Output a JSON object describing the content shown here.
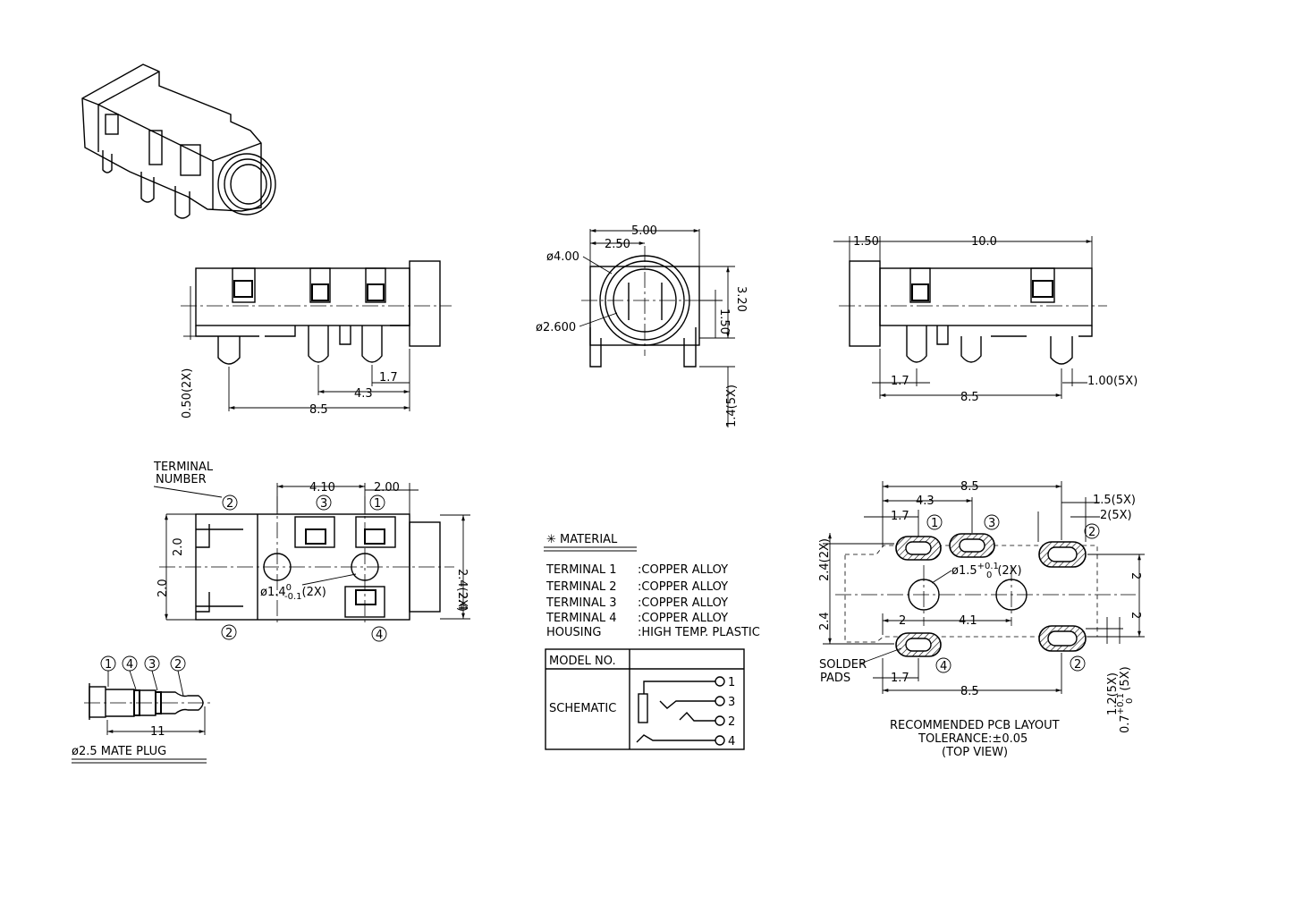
{
  "side_view_left": {
    "dim_top": "0.50(2X)",
    "dim_1_7": "1.7",
    "dim_4_3": "4.3",
    "dim_8_5": "8.5"
  },
  "front_view": {
    "dim_5_00": "5.00",
    "dim_2_50": "2.50",
    "dia_4_00": "ø4.00",
    "dia_2_600": "ø2.600",
    "dim_1_50": "1.50",
    "dim_3_20": "3.20",
    "dim_1_4": "1.4(5X)"
  },
  "side_view_right": {
    "dim_1_50": "1.50",
    "dim_10_0": "10.0",
    "dim_1_7": "1.7",
    "dim_8_5": "8.5",
    "dim_1_00": "1.00(5X)"
  },
  "top_view": {
    "terminal_label_1": "TERMINAL",
    "terminal_label_2": "NUMBER",
    "dim_4_10": "4.10",
    "dim_2_00": "2.00",
    "dim_2_0_a": "2.0",
    "dim_2_0_b": "2.0",
    "dim_2_4_2x": "2.4(2X)",
    "dim_2_4": "2.4",
    "hole_dia": "ø1.4",
    "hole_tol_upper": "0",
    "hole_tol_lower": "-0.1",
    "hole_count": "(2X)",
    "markers": [
      "1",
      "2",
      "3",
      "4"
    ]
  },
  "plug": {
    "markers": [
      "1",
      "4",
      "3",
      "2"
    ],
    "dim_11": "11",
    "caption": "ø2.5 MATE PLUG"
  },
  "material": {
    "title": "✳ MATERIAL",
    "rows": [
      {
        "item": "TERMINAL 1",
        "spec": ":COPPER ALLOY"
      },
      {
        "item": "TERMINAL 2",
        "spec": ":COPPER ALLOY"
      },
      {
        "item": "TERMINAL 3",
        "spec": ":COPPER ALLOY"
      },
      {
        "item": "TERMINAL 4",
        "spec": ":COPPER ALLOY"
      },
      {
        "item": "HOUSING",
        "spec": ":HIGH TEMP. PLASTIC"
      }
    ]
  },
  "schematic_table": {
    "model_label": "MODEL NO.",
    "model_value": "",
    "schematic_label": "SCHEMATIC",
    "pins": [
      "1",
      "3",
      "2",
      "4"
    ]
  },
  "pcb": {
    "dim_8_5_top": "8.5",
    "dim_4_3": "4.3",
    "dim_1_7_top": "1.7",
    "dim_1_5_5x": "1.5(5X)",
    "dim_2_5x": "2(5X)",
    "hole_dia": "ø1.5",
    "hole_tol_upper": "+0.1",
    "hole_tol_lower": "0",
    "hole_count": "(2X)",
    "dim_2_4_2x": "2.4(2X)",
    "dim_2_4": "2.4",
    "dim_2_right_a": "2",
    "dim_2_right_b": "2",
    "dim_2": "2",
    "dim_4_1": "4.1",
    "dim_1_7_bot": "1.7",
    "dim_8_5_bot": "8.5",
    "solder_1": "SOLDER",
    "solder_2": "PADS",
    "dim_1_2_5x": "1.2(5X)",
    "dim_0_7": "0.7",
    "dim_0_7_tol_upper": "+0.1",
    "dim_0_7_tol_lower": "0",
    "dim_0_7_count": "(5X)",
    "markers": [
      "1",
      "3",
      "2",
      "4",
      "2"
    ],
    "caption_1": "RECOMMENDED PCB LAYOUT",
    "caption_2": "TOLERANCE:±0.05",
    "caption_3": "(TOP VIEW)"
  }
}
